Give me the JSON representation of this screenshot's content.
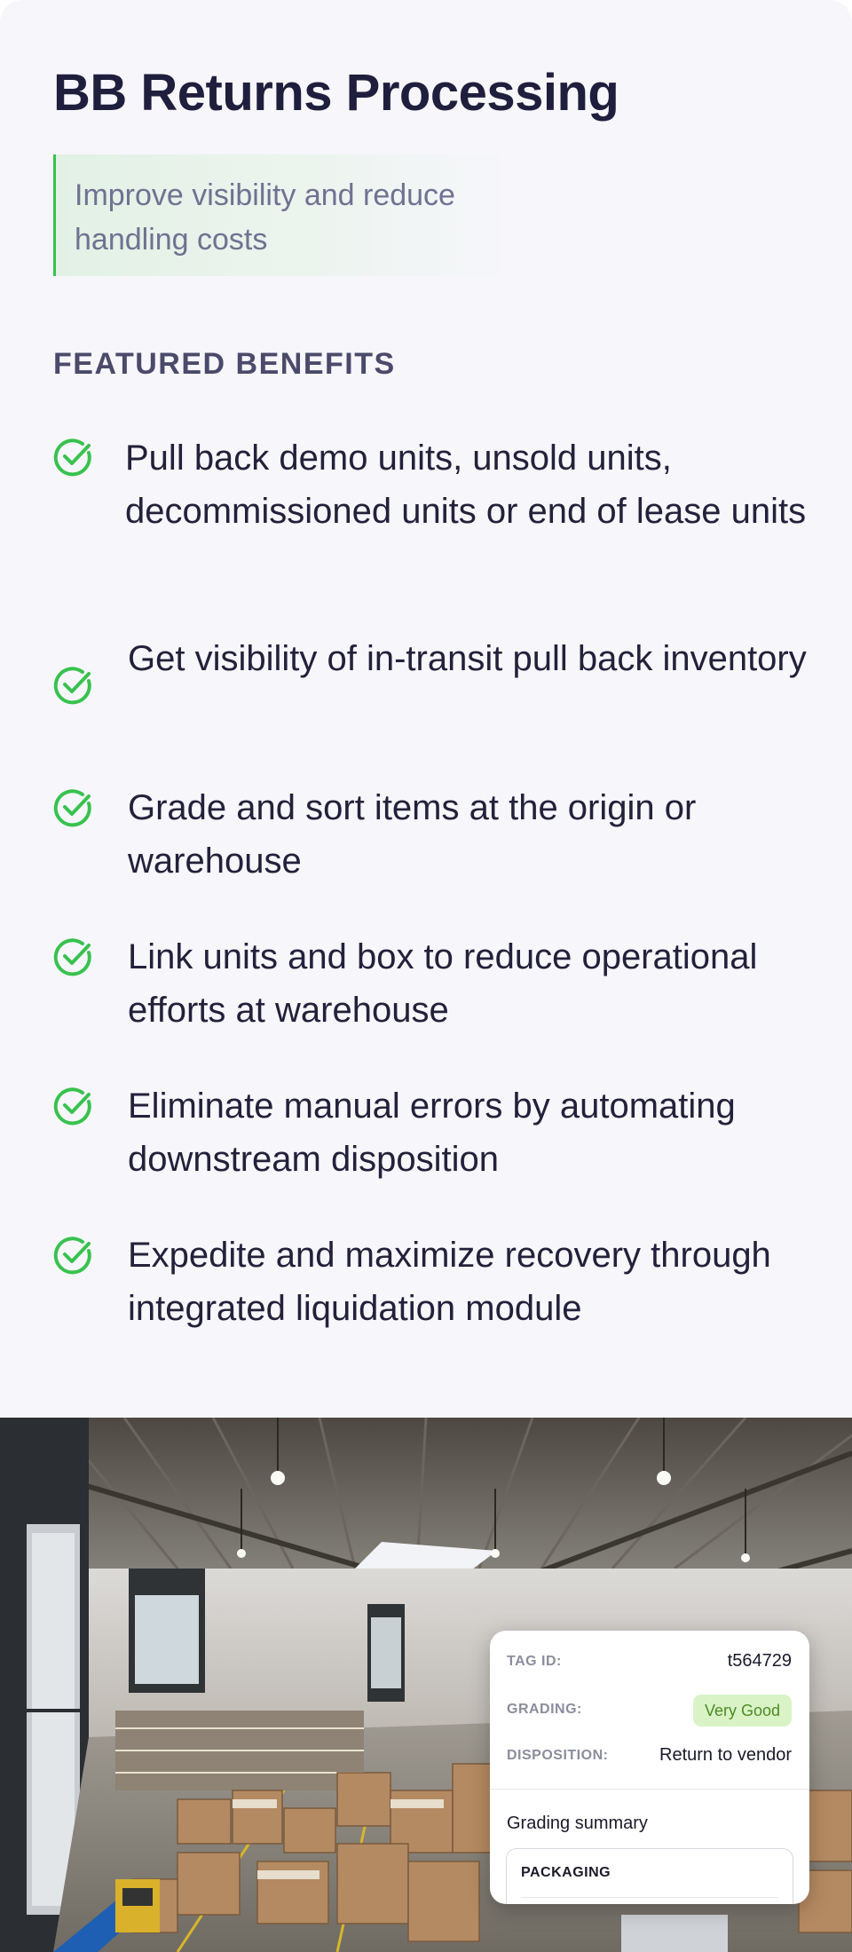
{
  "header": {
    "title": "BB Returns Processing",
    "tagline": "Improve visibility and reduce handling costs"
  },
  "benefits": {
    "heading": "FEATURED BENEFITS",
    "icon": "check-circle-icon",
    "items": [
      "Pull back demo units, unsold units, decommissioned units or end of lease units",
      "Get visibility of in-transit pull back inventory",
      "Grade and sort items at the origin or warehouse",
      "Link units and box to reduce operational efforts at warehouse",
      "Eliminate manual errors by automating downstream disposition",
      "Expedite and maximize recovery through integrated liquidation module"
    ]
  },
  "tag_card": {
    "tag_id_label": "TAG ID:",
    "tag_id_value": "t564729",
    "grading_label": "GRADING:",
    "grading_value": "Very Good",
    "disposition_label": "DISPOSITION:",
    "disposition_value": "Return to vendor",
    "summary_title": "Grading summary",
    "packaging_label": "PACKAGING"
  },
  "colors": {
    "accent_green": "#38c24e",
    "title": "#1f1e3d",
    "badge_bg": "#d9f3c7",
    "badge_text": "#4e8a24"
  }
}
